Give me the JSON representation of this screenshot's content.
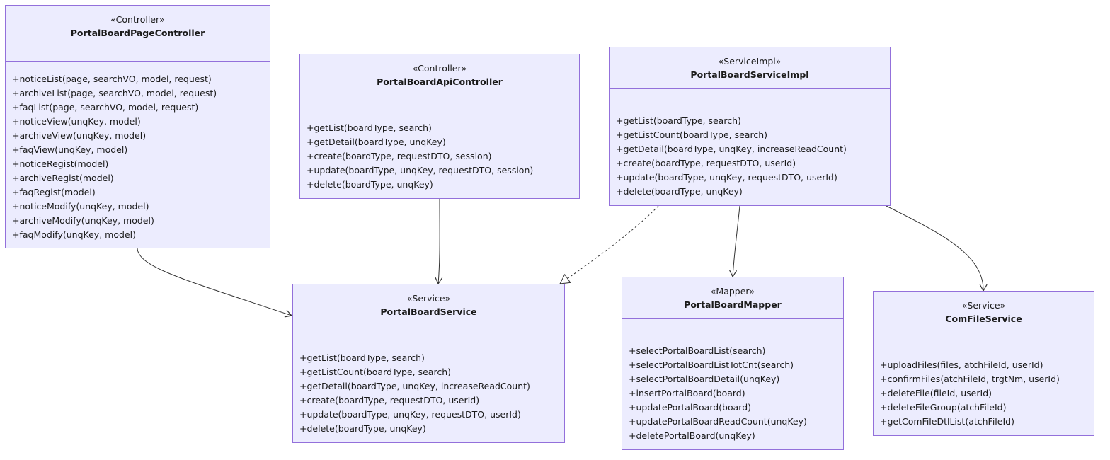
{
  "classes": {
    "page_controller": {
      "stereotype": "«Controller»",
      "name": "PortalBoardPageController",
      "methods": [
        "+noticeList(page, searchVO, model, request)",
        "+archiveList(page, searchVO, model, request)",
        "+faqList(page, searchVO, model, request)",
        "+noticeView(unqKey, model)",
        "+archiveView(unqKey, model)",
        "+faqView(unqKey, model)",
        "+noticeRegist(model)",
        "+archiveRegist(model)",
        "+faqRegist(model)",
        "+noticeModify(unqKey, model)",
        "+archiveModify(unqKey, model)",
        "+faqModify(unqKey, model)"
      ]
    },
    "api_controller": {
      "stereotype": "«Controller»",
      "name": "PortalBoardApiController",
      "methods": [
        "+getList(boardType, search)",
        "+getDetail(boardType, unqKey)",
        "+create(boardType, requestDTO, session)",
        "+update(boardType, unqKey, requestDTO, session)",
        "+delete(boardType, unqKey)"
      ]
    },
    "service_impl": {
      "stereotype": "«ServiceImpl»",
      "name": "PortalBoardServiceImpl",
      "methods": [
        "+getList(boardType, search)",
        "+getListCount(boardType, search)",
        "+getDetail(boardType, unqKey, increaseReadCount)",
        "+create(boardType, requestDTO, userId)",
        "+update(boardType, unqKey, requestDTO, userId)",
        "+delete(boardType, unqKey)"
      ]
    },
    "service": {
      "stereotype": "«Service»",
      "name": "PortalBoardService",
      "methods": [
        "+getList(boardType, search)",
        "+getListCount(boardType, search)",
        "+getDetail(boardType, unqKey, increaseReadCount)",
        "+create(boardType, requestDTO, userId)",
        "+update(boardType, unqKey, requestDTO, userId)",
        "+delete(boardType, unqKey)"
      ]
    },
    "mapper": {
      "stereotype": "«Mapper»",
      "name": "PortalBoardMapper",
      "methods": [
        "+selectPortalBoardList(search)",
        "+selectPortalBoardListTotCnt(search)",
        "+selectPortalBoardDetail(unqKey)",
        "+insertPortalBoard(board)",
        "+updatePortalBoard(board)",
        "+updatePortalBoardReadCount(unqKey)",
        "+deletePortalBoard(unqKey)"
      ]
    },
    "file_service": {
      "stereotype": "«Service»",
      "name": "ComFileService",
      "methods": [
        "+uploadFiles(files, atchFileId, userId)",
        "+confirmFiles(atchFileId, trgtNm, userId)",
        "+deleteFile(fileId, userId)",
        "+deleteFileGroup(atchFileId)",
        "+getComFileDtlList(atchFileId)"
      ]
    }
  },
  "relations": [
    {
      "from": "PortalBoardPageController",
      "to": "PortalBoardService",
      "kind": "association"
    },
    {
      "from": "PortalBoardApiController",
      "to": "PortalBoardService",
      "kind": "association"
    },
    {
      "from": "PortalBoardServiceImpl",
      "to": "PortalBoardService",
      "kind": "realization"
    },
    {
      "from": "PortalBoardServiceImpl",
      "to": "PortalBoardMapper",
      "kind": "association"
    },
    {
      "from": "PortalBoardServiceImpl",
      "to": "ComFileService",
      "kind": "association"
    }
  ],
  "colors": {
    "box_fill": "#ececfe",
    "box_stroke": "#9370db",
    "edge": "#333333"
  }
}
